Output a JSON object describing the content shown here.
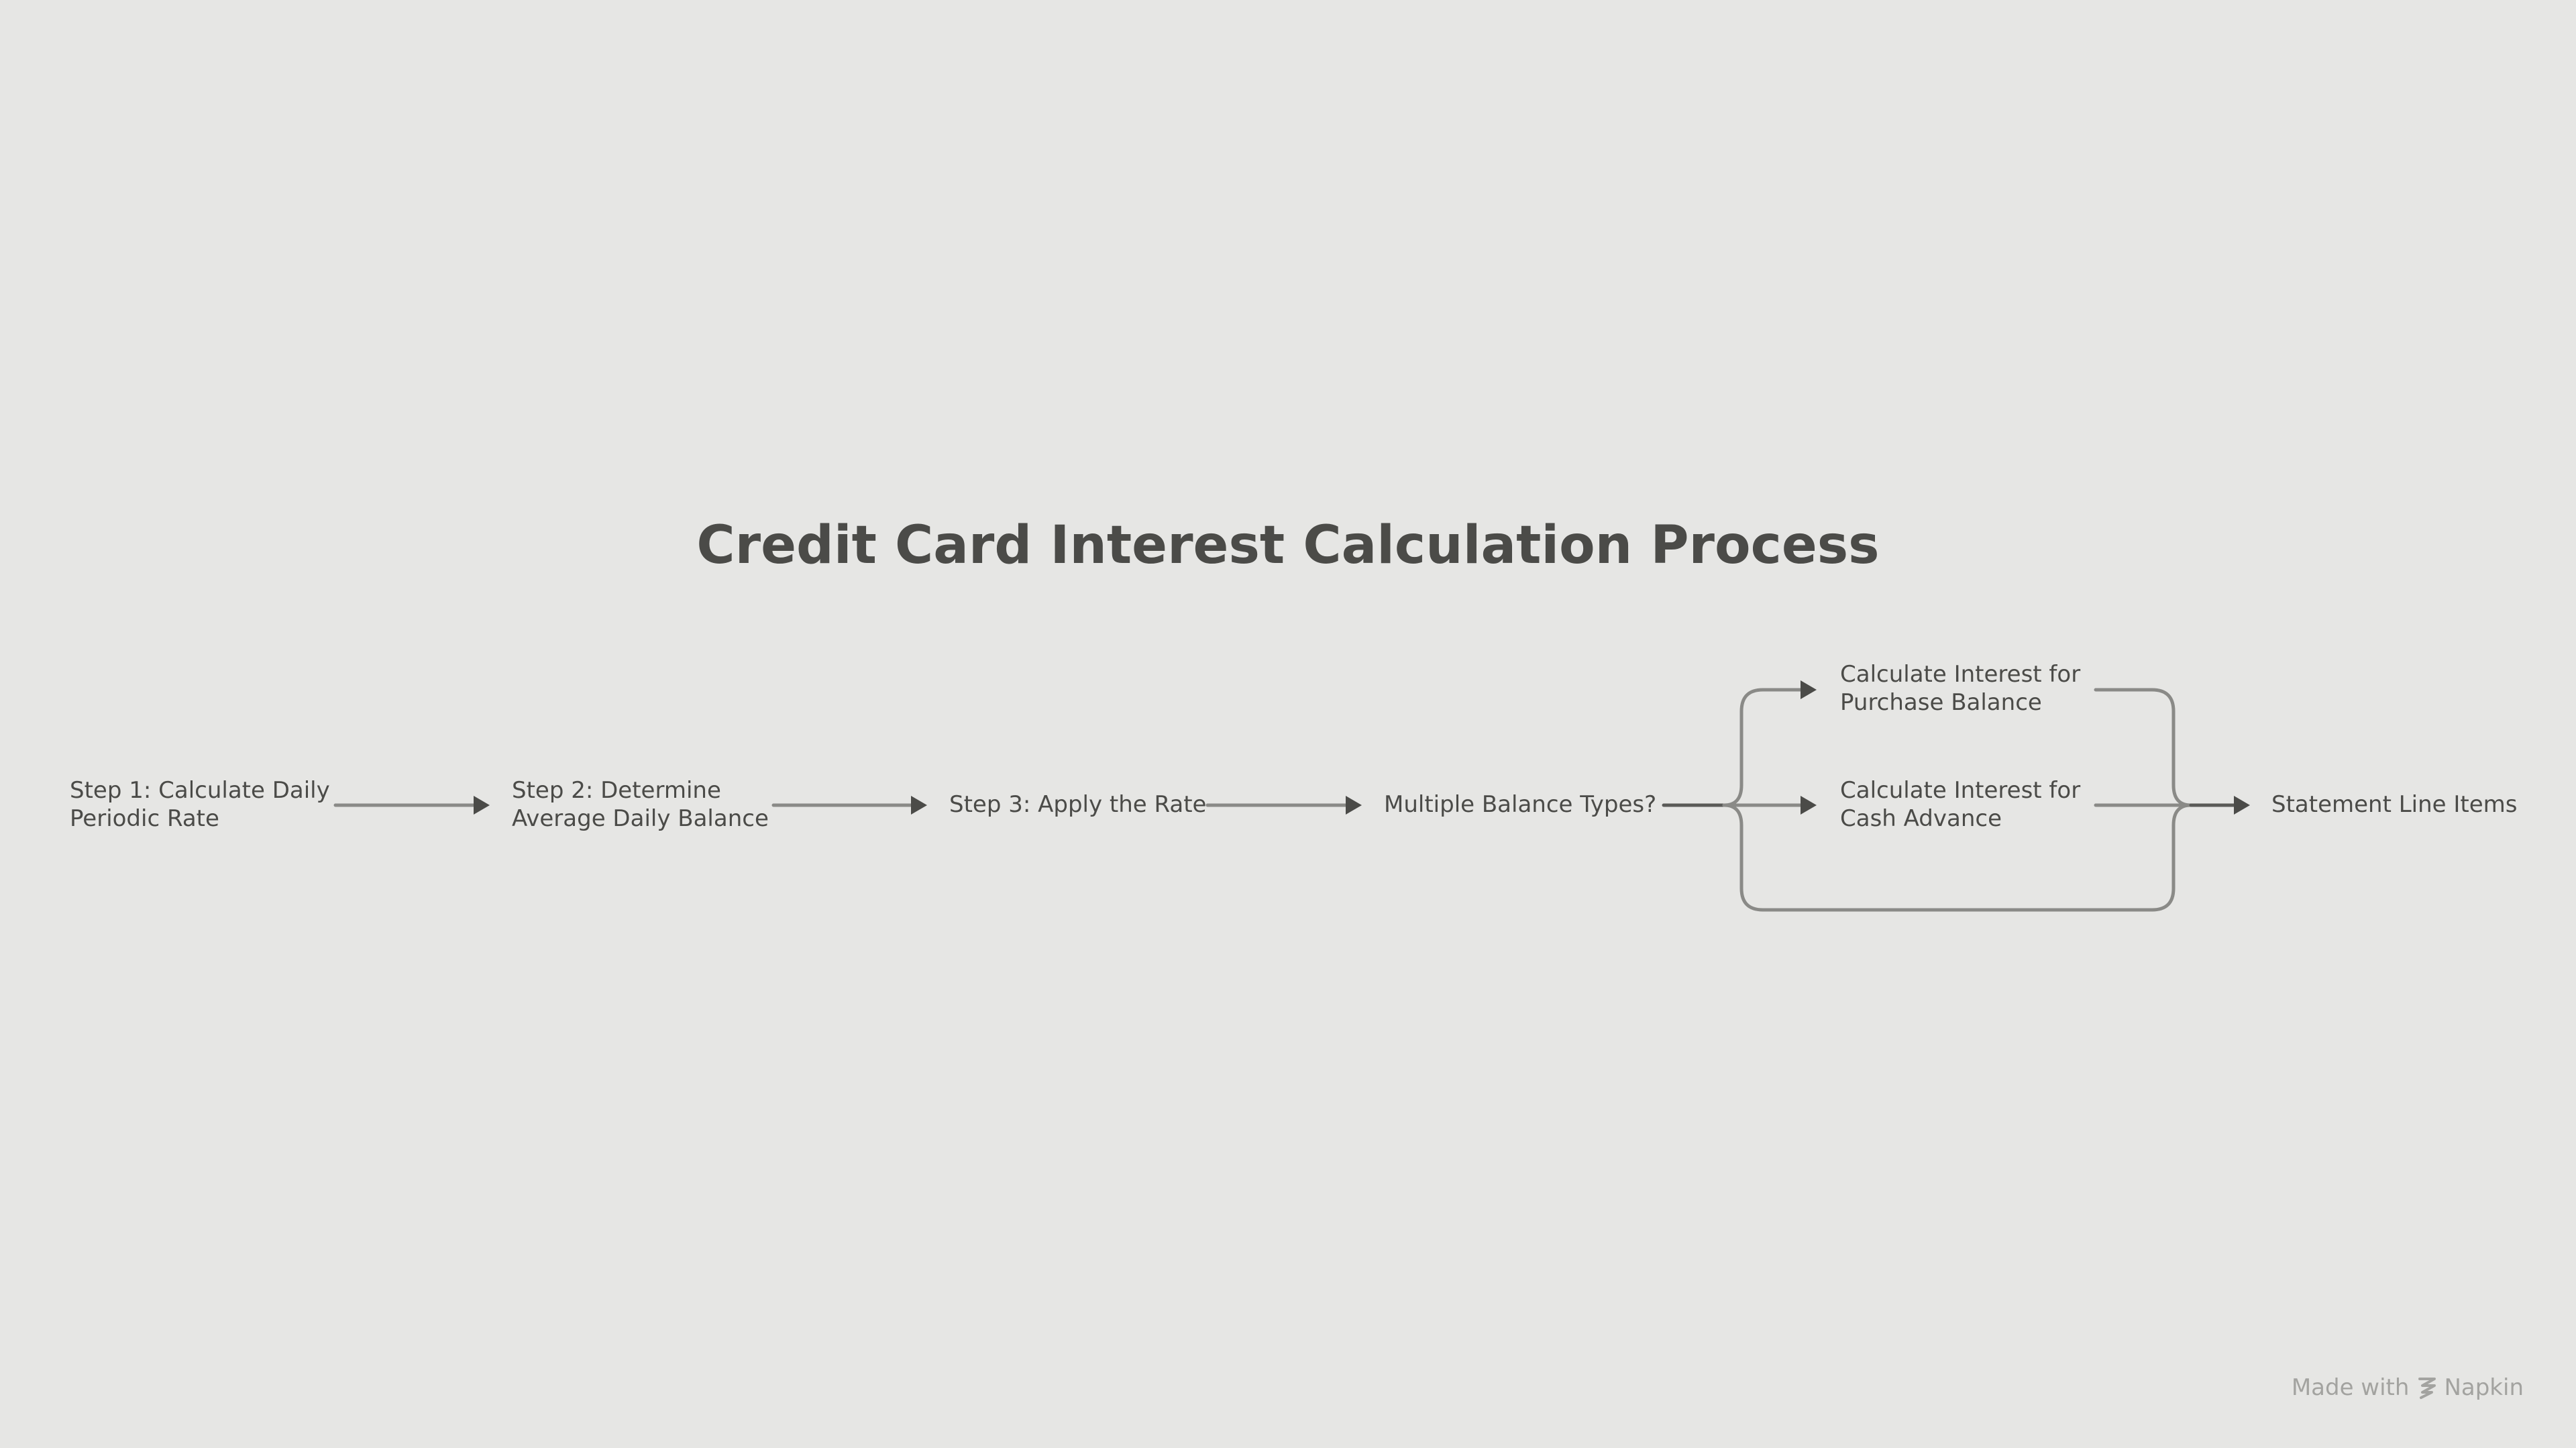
{
  "title": "Credit Card Interest Calculation Process",
  "nodes": {
    "step1": {
      "lines": [
        "Step 1: Calculate Daily",
        "Periodic Rate"
      ]
    },
    "step2": {
      "lines": [
        "Step 2: Determine",
        "Average Daily Balance"
      ]
    },
    "step3": {
      "lines": [
        "Step 3: Apply the Rate"
      ]
    },
    "decision": {
      "lines": [
        "Multiple Balance Types?"
      ]
    },
    "purchase": {
      "lines": [
        "Calculate Interest for",
        "Purchase Balance"
      ]
    },
    "cash": {
      "lines": [
        "Calculate Interest for",
        "Cash Advance"
      ]
    },
    "statement": {
      "lines": [
        "Statement Line Items"
      ]
    }
  },
  "credit": {
    "prefix": "Made with",
    "brand": "Napkin",
    "icon": "napkin-logo-icon"
  }
}
